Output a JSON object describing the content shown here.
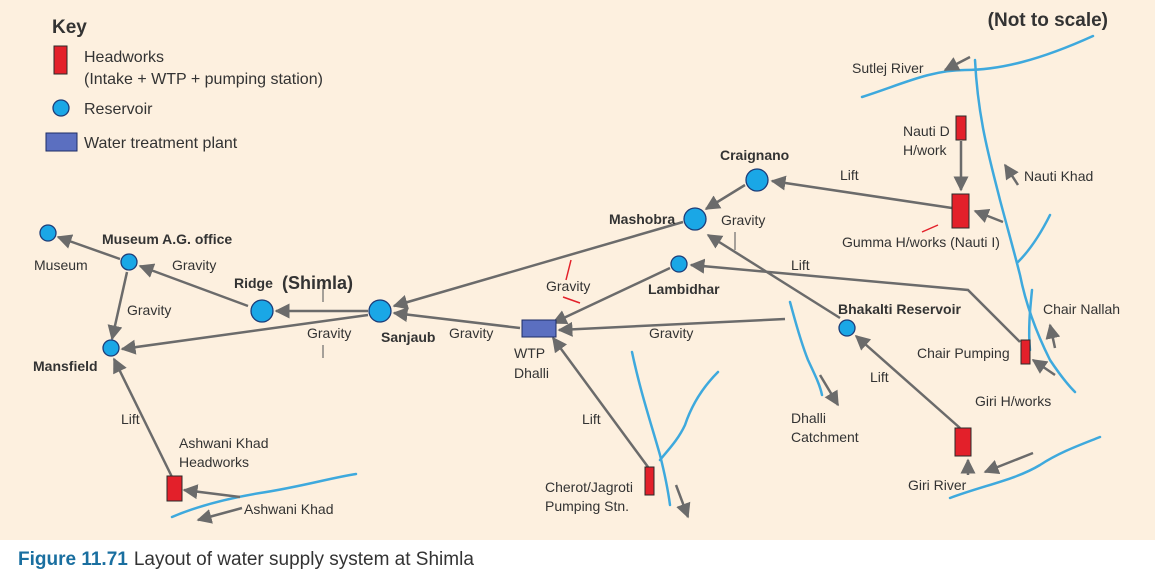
{
  "colors": {
    "background": "#fdf0df",
    "pipe": "#6b6b6b",
    "river": "#3ea9dd",
    "reservoir": "#1aa7e6",
    "headworks": "#e3202a",
    "wtp": "#5b6fc0",
    "caption_number": "#1a6fa0"
  },
  "legend": {
    "title": "Key",
    "headworks": "Headworks",
    "headworks_detail": "(Intake + WTP + pumping station)",
    "reservoir": "Reservoir",
    "wtp": "Water treatment plant"
  },
  "scale_note": "(Not to scale)",
  "caption": {
    "number": "Figure 11.71",
    "text": "Layout of water supply system at Shimla"
  },
  "nodes": {
    "museum": "Museum",
    "museum_ag": "Museum A.G. office",
    "mansfield": "Mansfield",
    "ridge": "Ridge",
    "ridge_shimla": "(Shimla)",
    "sanjaub": "Sanjaub",
    "wtp_dhalli": "WTP",
    "wtp_dhalli_2": "Dhalli",
    "mashobra": "Mashobra",
    "craignano": "Craignano",
    "lambidhar": "Lambidhar",
    "bhakalti": "Bhakalti Reservoir",
    "nauti_d": "Nauti D",
    "nauti_d_2": "H/work",
    "gumma": "Gumma H/works (Nauti I)",
    "chair_pumping": "Chair Pumping",
    "giri_hw": "Giri H/works",
    "ashwani_hw": "Ashwani Khad",
    "ashwani_hw_2": "Headworks",
    "cherot": "Cherot/Jagroti",
    "cherot_2": "Pumping Stn."
  },
  "rivers": {
    "sutlej": "Sutlej River",
    "nauti_khad": "Nauti Khad",
    "chair_nallah": "Chair Nallah",
    "dhalli_catchment": "Dhalli",
    "dhalli_catchment_2": "Catchment",
    "giri_river": "Giri River",
    "ashwani_khad": "Ashwani Khad"
  },
  "flow": {
    "gravity": "Gravity",
    "lift": "Lift"
  }
}
